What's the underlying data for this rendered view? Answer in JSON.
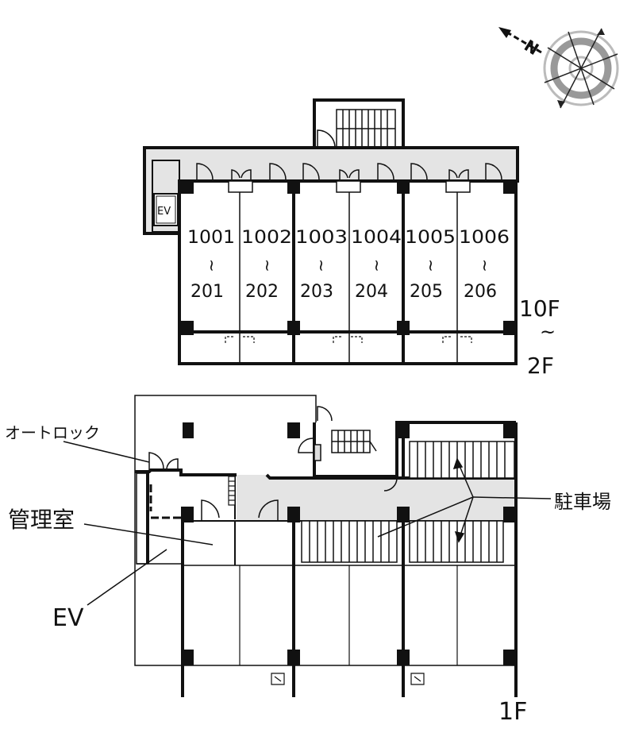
{
  "upper_floor": {
    "units_top": [
      "1001",
      "1002",
      "1003",
      "1004",
      "1005",
      "1006"
    ],
    "units_bottom": [
      "201",
      "202",
      "203",
      "204",
      "205",
      "206"
    ],
    "range_mark": "~",
    "elevator": "EV",
    "floor_range": {
      "top": "10F",
      "mark": "~",
      "bottom": "2F"
    }
  },
  "ground_floor": {
    "labels": {
      "autolock": "オートロック",
      "management_room": "管理室",
      "elevator": "EV",
      "parking": "駐車場"
    },
    "floor": "1F"
  },
  "compass": {
    "north": "N"
  },
  "colors": {
    "corridor": "#e4e4e4",
    "wall": "#111111",
    "background": "#ffffff"
  }
}
